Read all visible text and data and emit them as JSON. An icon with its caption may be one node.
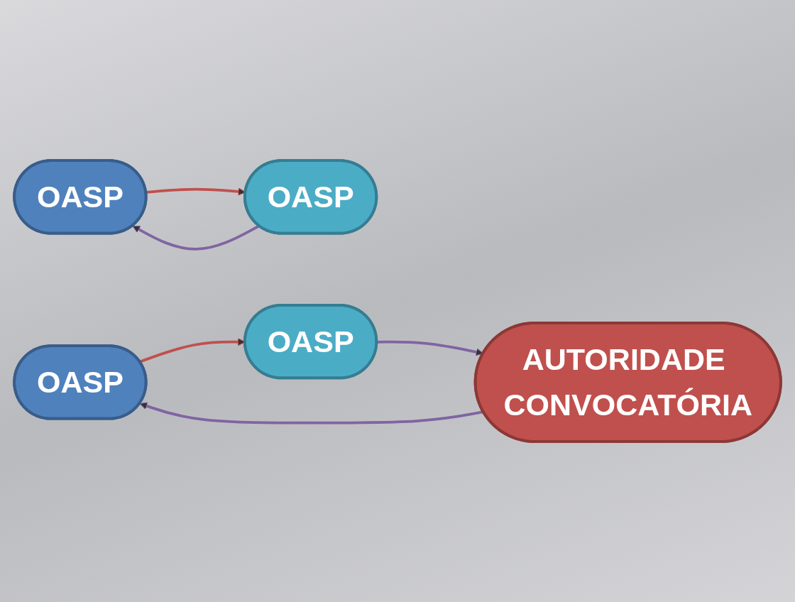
{
  "diagram": {
    "nodes": [
      {
        "text": [
          "OASP"
        ]
      },
      {
        "text": [
          "OASP"
        ]
      },
      {
        "text": [
          "OASP"
        ]
      },
      {
        "text": [
          "OASP"
        ]
      },
      {
        "text": [
          "AUTORIDADE CONVOCATÓRIA"
        ]
      }
    ],
    "edges": [
      {
        "from": 1,
        "to": 0,
        "arrow": "to",
        "color": "#8064a2"
      },
      {
        "from": 0,
        "to": 1,
        "arrow": "to",
        "color": "#c0504d"
      },
      {
        "from": 2,
        "to": 3,
        "arrow": "to",
        "color": "#c0504d"
      },
      {
        "from": 3,
        "to": 4,
        "arrow": "to",
        "color": "#8064a2"
      },
      {
        "from": 4,
        "to": 2,
        "arrow": "to",
        "color": "#8064a2"
      }
    ]
  }
}
